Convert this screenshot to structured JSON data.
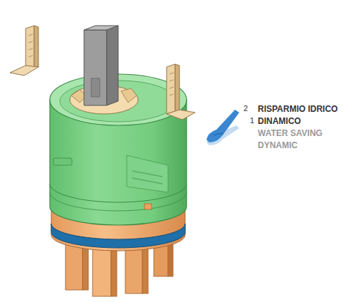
{
  "diagram": {
    "labels": [
      "2",
      "RISPARMIO IDRICO",
      "1",
      "DINAMICO",
      "WATER SAVING",
      "DYNAMIC"
    ]
  }
}
